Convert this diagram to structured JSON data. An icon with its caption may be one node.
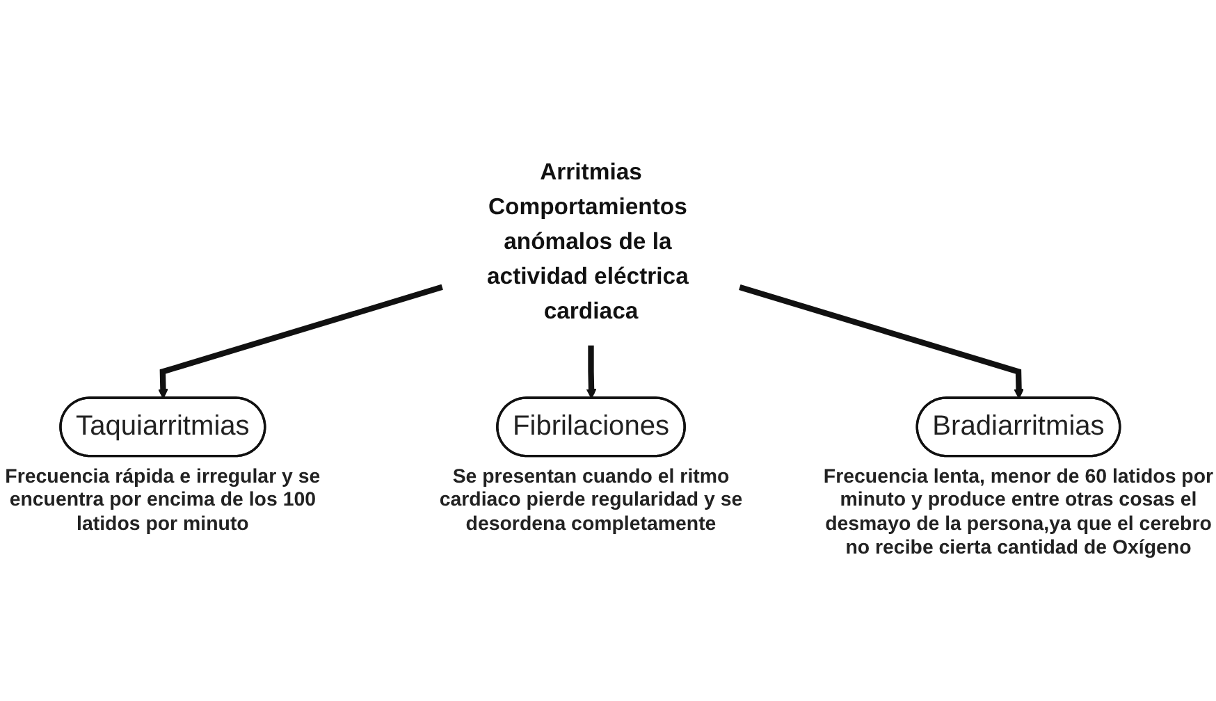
{
  "diagram": {
    "nodes": [
      {
        "text": [
          "Arritmias",
          "Comportamientos anómalos de la actividad eléctrica cardiaca"
        ]
      },
      {
        "text": [
          "Taquiarritmias"
        ],
        "beside": [
          "Frecuencia rápida e irregular y se encuentra por encima de los 100 latidos por minuto"
        ]
      },
      {
        "text": [
          "Fibrilaciones"
        ],
        "beside": [
          "Se presentan cuando el ritmo cardiaco pierde regularidad y se desordena completamente"
        ]
      },
      {
        "text": [
          "Bradiarritmias"
        ],
        "beside": [
          "Frecuencia lenta, menor de 60 latidos por minuto y produce entre otras cosas el desmayo de la persona,ya que el cerebro no recibe cierta cantidad de Oxígeno"
        ]
      }
    ],
    "edges": [
      {
        "from": 0,
        "to": 1,
        "arrow": "to"
      },
      {
        "from": 0,
        "to": 2,
        "arrow": "to"
      },
      {
        "from": 0,
        "to": 3,
        "arrow": "to"
      }
    ]
  }
}
